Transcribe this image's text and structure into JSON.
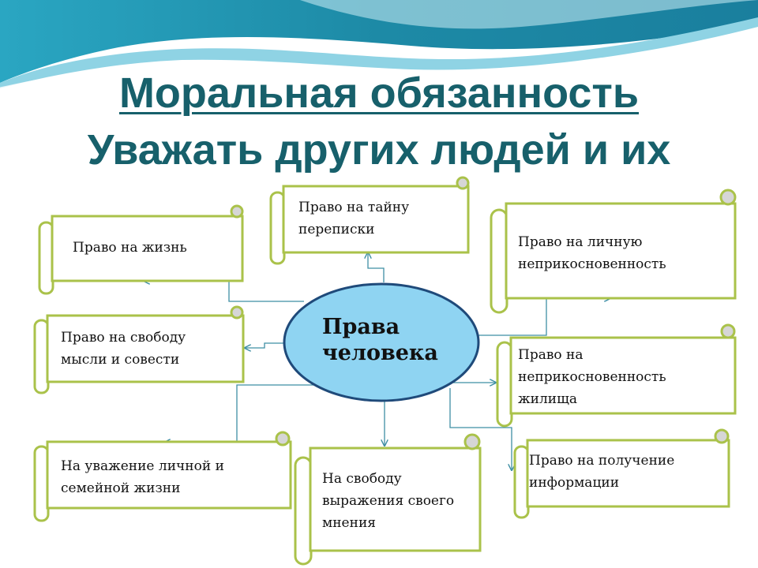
{
  "title": {
    "line1": "Моральная обязанность",
    "line2": "Уважать других людей и их"
  },
  "diagram": {
    "center": {
      "line1": "Права",
      "line2": "человека"
    },
    "nodes": [
      {
        "id": "life",
        "lines": [
          "Право на жизнь"
        ]
      },
      {
        "id": "correspondence",
        "lines": [
          "Право на тайну",
          "переписки"
        ]
      },
      {
        "id": "personal-inviolability",
        "lines": [
          "Право на личную",
          "неприкосновенность"
        ]
      },
      {
        "id": "thought-conscience",
        "lines": [
          "Право на свободу",
          "мысли и совести"
        ]
      },
      {
        "id": "home-inviolability",
        "lines": [
          "Право на",
          "неприкосновенность",
          "жилища"
        ]
      },
      {
        "id": "private-family-life",
        "lines": [
          "На уважение личной и",
          "семейной жизни"
        ]
      },
      {
        "id": "expression",
        "lines": [
          "На свободу",
          "выражения своего",
          "мнения"
        ]
      },
      {
        "id": "information",
        "lines": [
          "Право на получение",
          "информации"
        ]
      }
    ]
  },
  "colors": {
    "title": "#17606b",
    "scroll_border": "#aac24a",
    "ellipse_fill": "#8fd4f2",
    "ellipse_stroke": "#1f4a7a",
    "connector": "#3f8fa4",
    "wave_dark": "#1d8aa6",
    "wave_light": "#8fd3e4"
  }
}
